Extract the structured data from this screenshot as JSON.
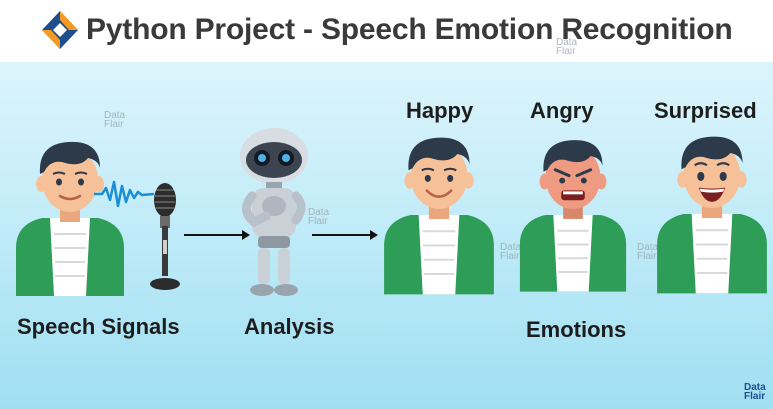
{
  "title": "Python Project - Speech Emotion Recognition",
  "labels": {
    "speech_signals": "Speech Signals",
    "analysis": "Analysis",
    "emotions": "Emotions",
    "happy": "Happy",
    "angry": "Angry",
    "surprised": "Surprised"
  },
  "watermark": {
    "line1": "Data",
    "line2": "Flair"
  },
  "colors": {
    "jacket": "#2e9d57",
    "hair": "#2d3a4a",
    "skin": "#f6c199",
    "title_text": "#3a3a3a",
    "logo_orange": "#f59a23",
    "logo_blue": "#1f4e8c",
    "wave_blue": "#1a8fd8"
  },
  "icons": [
    "data-flair-logo-icon",
    "sound-wave-icon",
    "microphone-icon",
    "robot-icon",
    "arrow-right-icon"
  ]
}
